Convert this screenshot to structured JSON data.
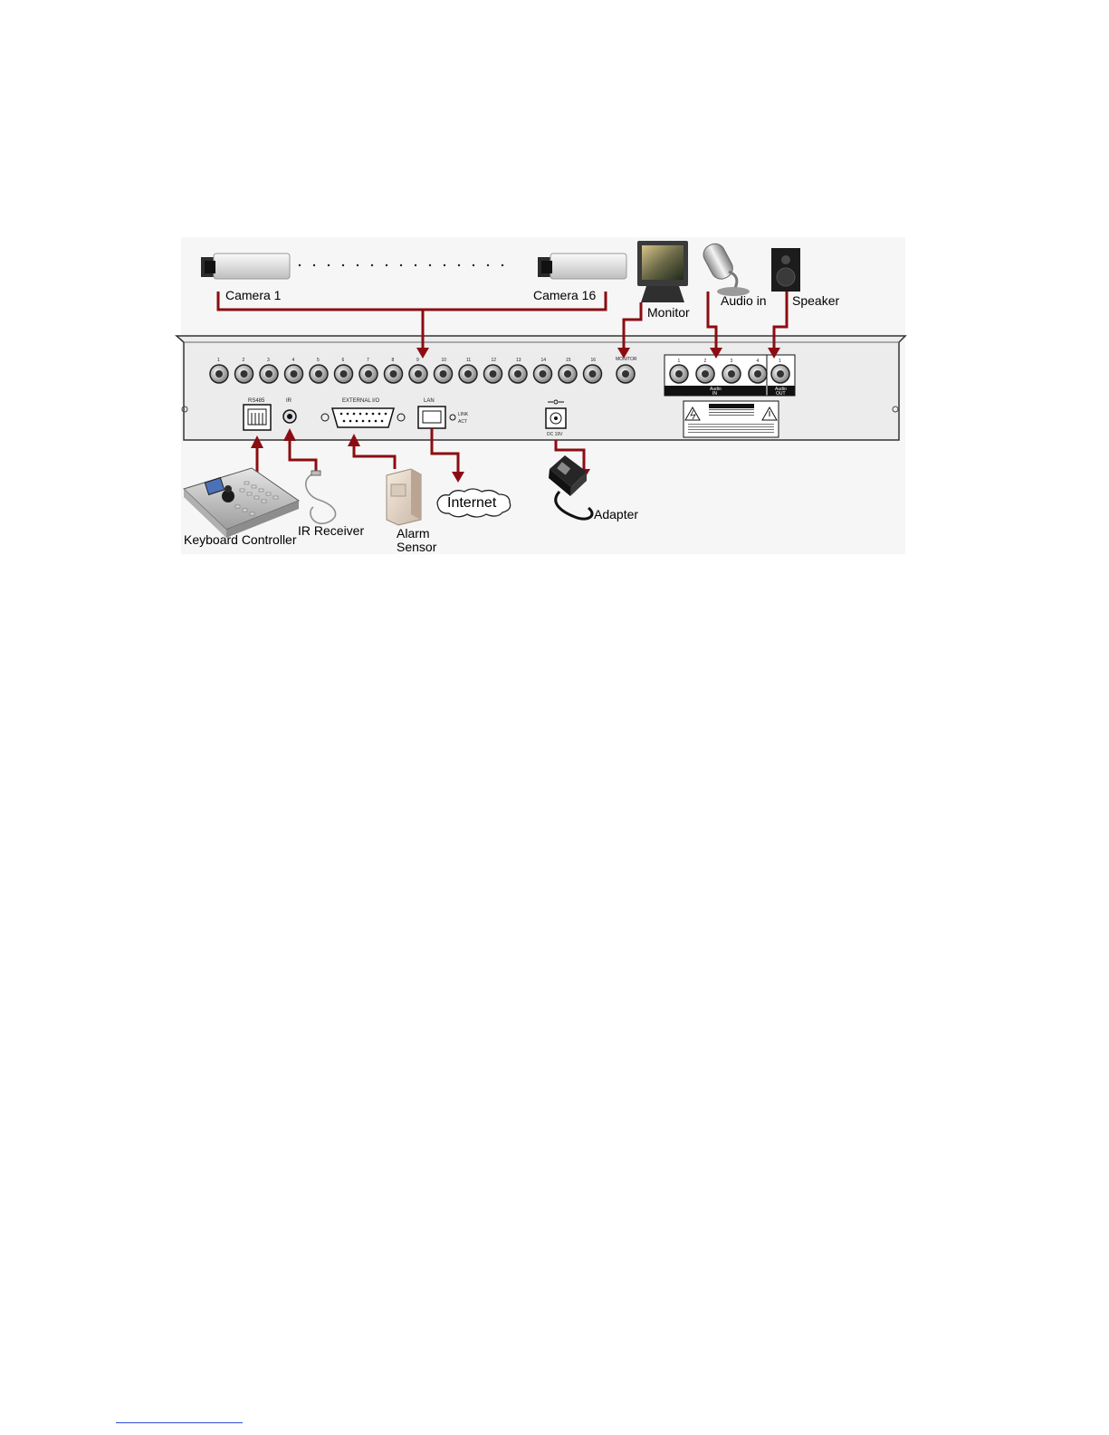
{
  "labels": {
    "camera1": "Camera 1",
    "camera16": "Camera 16",
    "monitor": "Monitor",
    "audio_in": "Audio in",
    "speaker": "Speaker",
    "keyboard": "Keyboard Controller",
    "ir_receiver": "IR Receiver",
    "alarm_line1": "Alarm",
    "alarm_line2": "Sensor",
    "internet": "Internet",
    "adapter": "Adapter"
  },
  "panel": {
    "bnc_numbers": [
      "1",
      "2",
      "3",
      "4",
      "5",
      "6",
      "7",
      "8",
      "9",
      "10",
      "11",
      "12",
      "13",
      "14",
      "15",
      "16"
    ],
    "monitor_port": "MONITOR",
    "audio_in_numbers": [
      "1",
      "2",
      "3",
      "4"
    ],
    "audio_out_number": "1",
    "audio_in_label_1": "Audio",
    "audio_in_label_2": "IN",
    "audio_out_label_1": "Audio",
    "audio_out_label_2": "OUT",
    "rs485": "RS485",
    "ir": "IR",
    "external_io": "EXTERNAL I/O",
    "lan": "LAN",
    "link": "LINK",
    "act": "ACT",
    "dc": "DC 19V"
  },
  "colors": {
    "wire": "#8b0d12",
    "panel": "#ececec",
    "panel_edge": "#333333"
  }
}
